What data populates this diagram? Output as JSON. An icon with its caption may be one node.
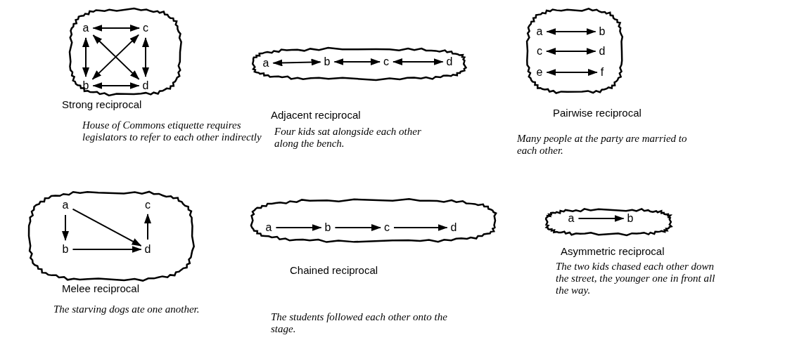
{
  "diagram": {
    "nodes": [
      {
        "text": [],
        "shape": "blob",
        "beside": [
          "Strong reciprocal",
          "House of Commons etiquette requires legislators to refer to each other indirectly"
        ]
      },
      {
        "text": [
          "a"
        ],
        "in": 0
      },
      {
        "text": [
          "c"
        ],
        "in": 0
      },
      {
        "text": [
          "b"
        ],
        "in": 0
      },
      {
        "text": [
          "d"
        ],
        "in": 0
      },
      {
        "text": [],
        "shape": "blob",
        "beside": [
          "Adjacent reciprocal",
          "Four kids sat alongside each other along the bench."
        ]
      },
      {
        "text": [
          "a"
        ],
        "in": 5
      },
      {
        "text": [
          "b"
        ],
        "in": 5
      },
      {
        "text": [
          "c"
        ],
        "in": 5
      },
      {
        "text": [
          "d"
        ],
        "in": 5
      },
      {
        "text": [],
        "shape": "blob",
        "beside": [
          "Pairwise reciprocal",
          "Many people at the party are married to each other."
        ]
      },
      {
        "text": [
          "a"
        ],
        "in": 10
      },
      {
        "text": [
          "b"
        ],
        "in": 10
      },
      {
        "text": [
          "c"
        ],
        "in": 10
      },
      {
        "text": [
          "d"
        ],
        "in": 10
      },
      {
        "text": [
          "e"
        ],
        "in": 10
      },
      {
        "text": [
          "f"
        ],
        "in": 10
      },
      {
        "text": [],
        "shape": "blob",
        "beside": [
          "Melee reciprocal",
          "The starving dogs ate one another."
        ]
      },
      {
        "text": [
          "a"
        ],
        "in": 17
      },
      {
        "text": [
          "c"
        ],
        "in": 17
      },
      {
        "text": [
          "b"
        ],
        "in": 17
      },
      {
        "text": [
          "d"
        ],
        "in": 17
      },
      {
        "text": [],
        "shape": "blob",
        "beside": [
          "Chained reciprocal",
          "The students followed each other onto the stage."
        ]
      },
      {
        "text": [
          "a"
        ],
        "in": 22
      },
      {
        "text": [
          "b"
        ],
        "in": 22
      },
      {
        "text": [
          "c"
        ],
        "in": 22
      },
      {
        "text": [
          "d"
        ],
        "in": 22
      },
      {
        "text": [],
        "shape": "blob",
        "beside": [
          "Asymmetric reciprocal",
          "The two kids chased each other down the street, the younger one in front all the way."
        ]
      },
      {
        "text": [
          "a"
        ],
        "in": 27
      },
      {
        "text": [
          "b"
        ],
        "in": 27
      }
    ],
    "edges": [
      {
        "from": 1,
        "to": 2,
        "arrow": "both"
      },
      {
        "from": 1,
        "to": 3,
        "arrow": "both"
      },
      {
        "from": 2,
        "to": 4,
        "arrow": "both"
      },
      {
        "from": 3,
        "to": 4,
        "arrow": "both"
      },
      {
        "from": 1,
        "to": 4,
        "arrow": "both"
      },
      {
        "from": 2,
        "to": 3,
        "arrow": "both"
      },
      {
        "from": 6,
        "to": 7,
        "arrow": "both"
      },
      {
        "from": 7,
        "to": 8,
        "arrow": "both"
      },
      {
        "from": 8,
        "to": 9,
        "arrow": "both"
      },
      {
        "from": 11,
        "to": 12,
        "arrow": "both"
      },
      {
        "from": 13,
        "to": 14,
        "arrow": "both"
      },
      {
        "from": 15,
        "to": 16,
        "arrow": "both"
      },
      {
        "from": 18,
        "to": 20,
        "arrow": "to"
      },
      {
        "from": 18,
        "to": 21,
        "arrow": "to"
      },
      {
        "from": 20,
        "to": 21,
        "arrow": "to"
      },
      {
        "from": 21,
        "to": 19,
        "arrow": "to"
      },
      {
        "from": 23,
        "to": 24,
        "arrow": "to"
      },
      {
        "from": 24,
        "to": 25,
        "arrow": "to"
      },
      {
        "from": 25,
        "to": 26,
        "arrow": "to"
      },
      {
        "from": 28,
        "to": 29,
        "arrow": "to"
      }
    ]
  }
}
